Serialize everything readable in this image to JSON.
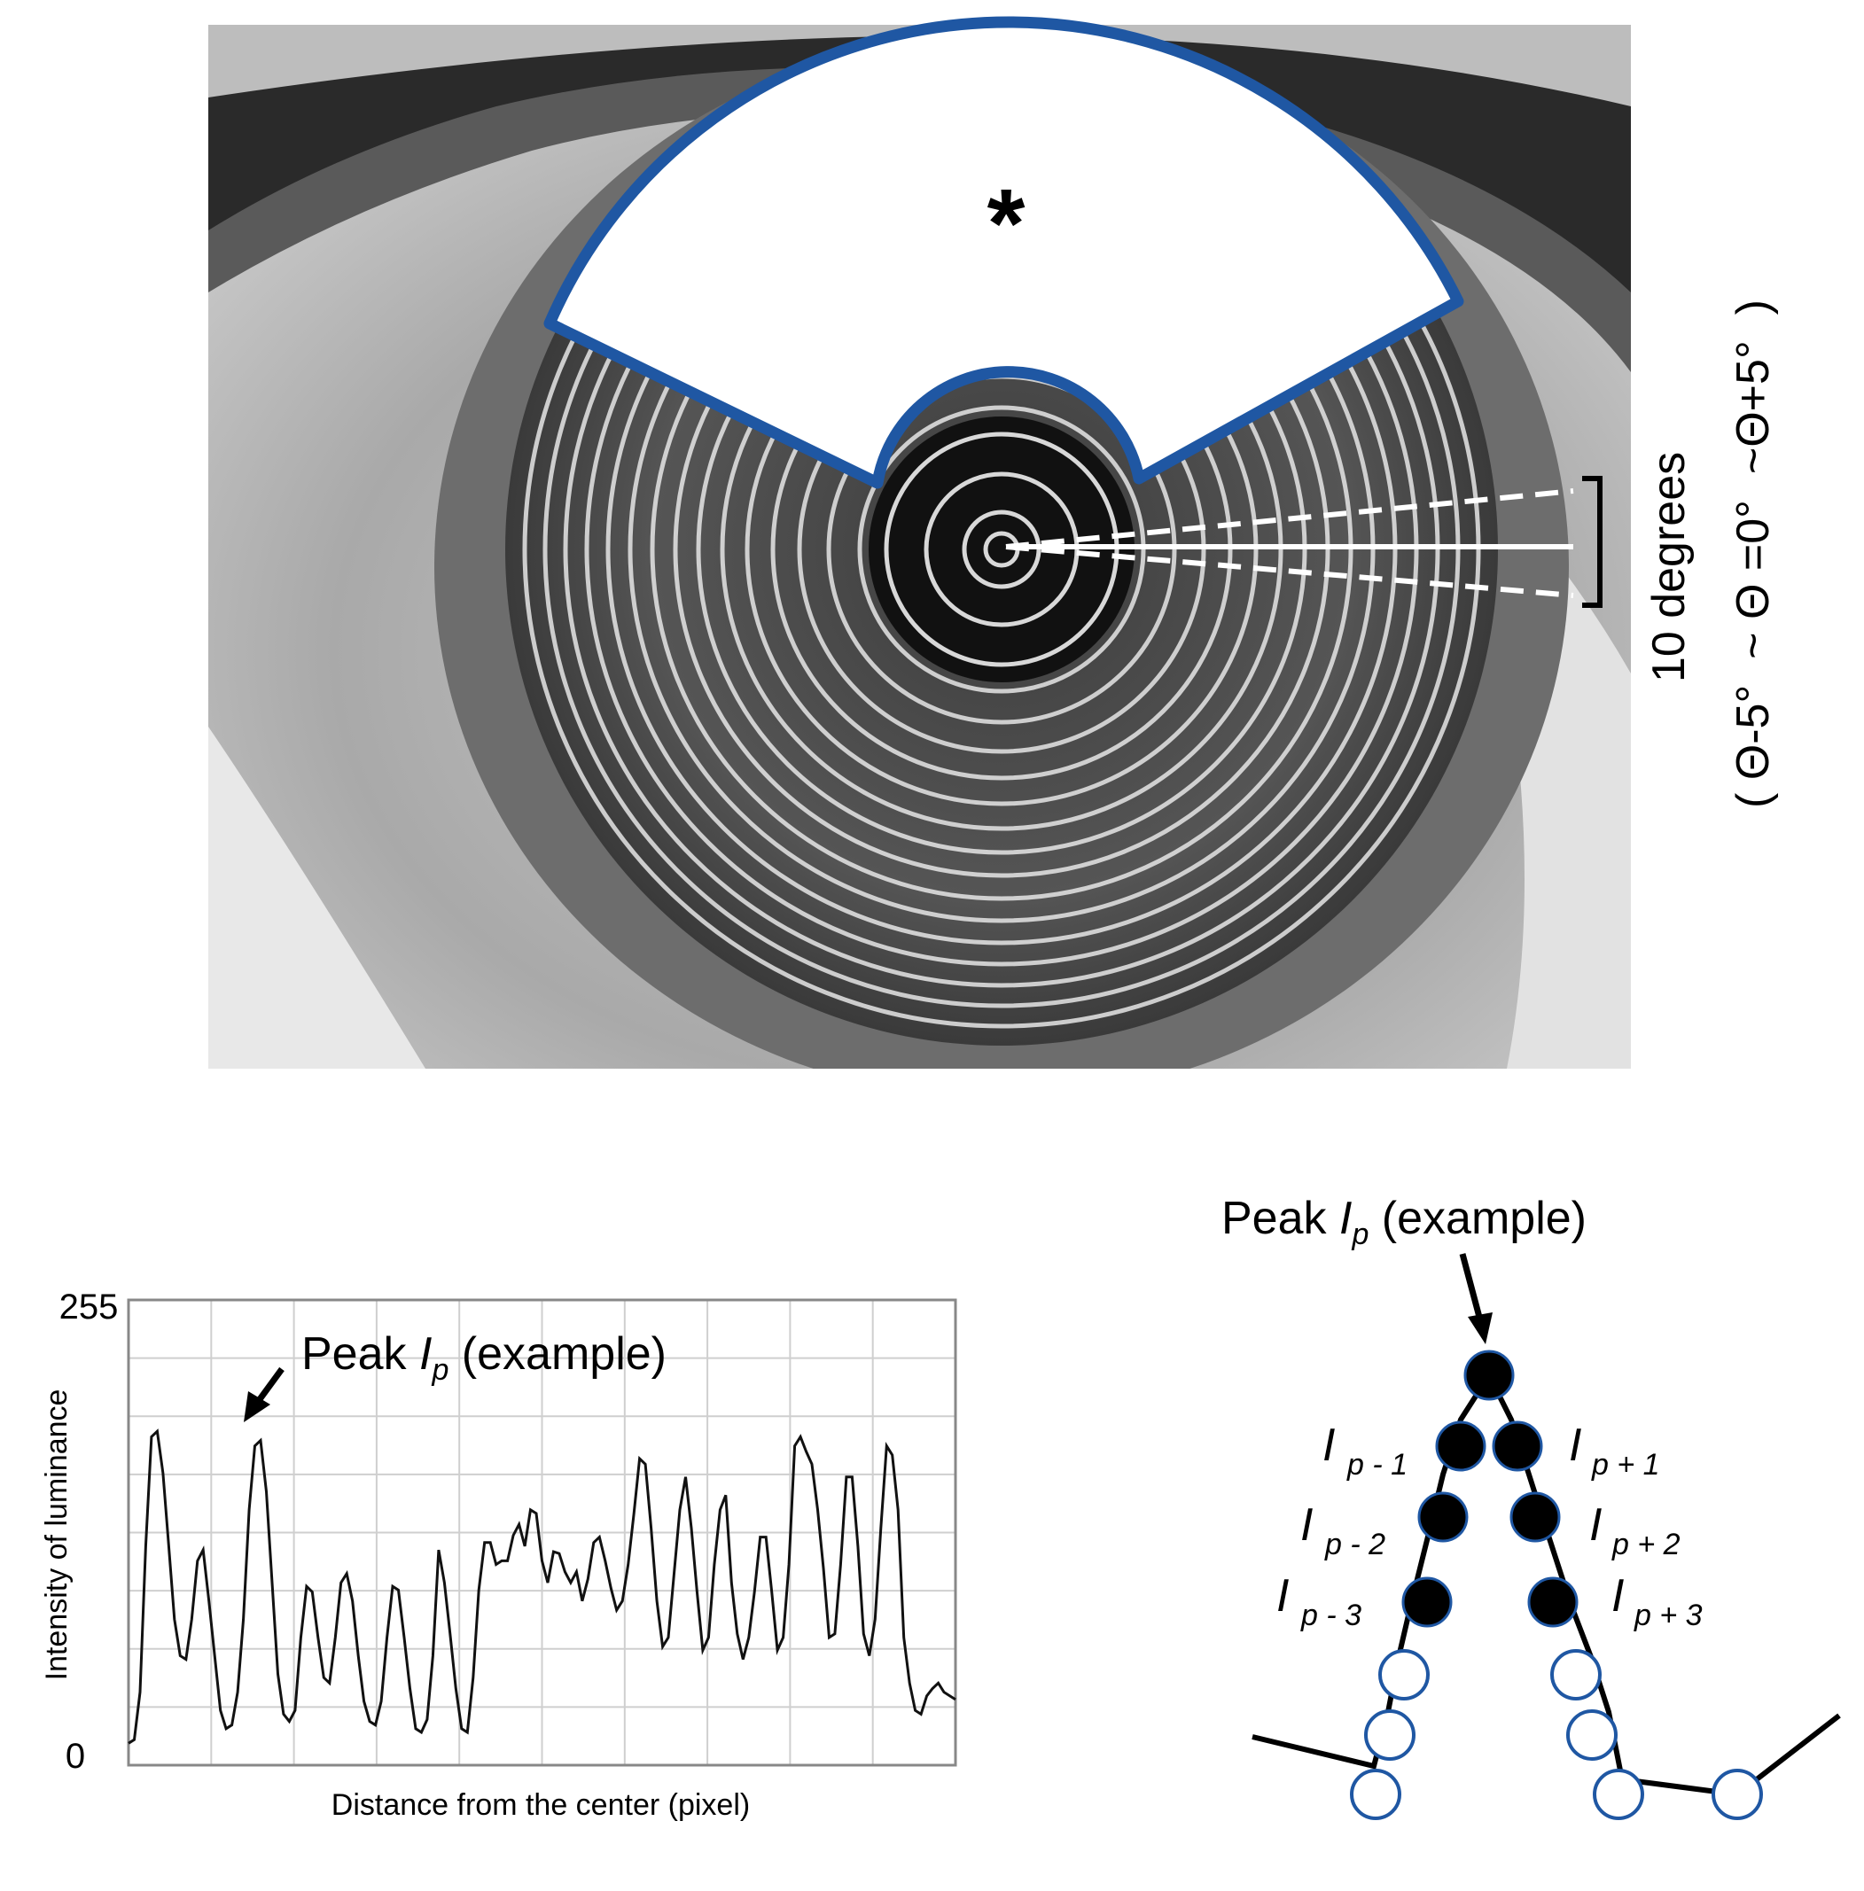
{
  "figure": {
    "asterisk": "*",
    "angle_label": "10 degrees",
    "angle_range": "( Θ-5°  ~ Θ =0°  ~Θ+5°  )"
  },
  "profile_chart": {
    "ylabel": "Intensity of luminance",
    "xlabel": "Distance from the center (pixel)",
    "y_max_label": "255",
    "y_min_label": "0",
    "annotation": {
      "prefix": "Peak ",
      "symbol": "I",
      "subscript": "p",
      "suffix": " (example)"
    }
  },
  "peak_diagram": {
    "title": {
      "prefix": "Peak ",
      "symbol": "I",
      "subscript": "p",
      "suffix": " (example)"
    },
    "labels": [
      {
        "symbol": "I",
        "subscript": "p - 1"
      },
      {
        "symbol": "I",
        "subscript": "p - 2"
      },
      {
        "symbol": "I",
        "subscript": "p - 3"
      },
      {
        "symbol": "I",
        "subscript": "p + 1"
      },
      {
        "symbol": "I",
        "subscript": "p + 2"
      },
      {
        "symbol": "I",
        "subscript": "p + 3"
      }
    ]
  },
  "chart_data": {
    "type": "line",
    "title": "",
    "xlabel": "Distance from the center (pixel)",
    "ylabel": "Intensity of luminance",
    "ylim": [
      0,
      255
    ],
    "grid": true,
    "legend": "none",
    "series": [
      {
        "values": [
          12,
          14,
          40,
          120,
          180,
          183,
          160,
          120,
          80,
          60,
          58,
          80,
          112,
          118,
          90,
          60,
          30,
          20,
          22,
          40,
          80,
          140,
          175,
          178,
          150,
          100,
          50,
          28,
          24,
          30,
          70,
          98,
          95,
          70,
          48,
          45,
          70,
          100,
          105,
          90,
          60,
          35,
          24,
          22,
          35,
          70,
          98,
          96,
          70,
          42,
          20,
          18,
          25,
          60,
          118,
          100,
          72,
          42,
          20,
          18,
          48,
          96,
          122,
          122,
          110,
          112,
          112,
          126,
          132,
          120,
          140,
          138,
          112,
          100,
          117,
          116,
          106,
          100,
          106,
          90,
          102,
          122,
          125,
          112,
          97,
          85,
          90,
          110,
          138,
          168,
          165,
          130,
          90,
          65,
          70,
          105,
          140,
          158,
          130,
          95,
          63,
          70,
          110,
          140,
          148,
          100,
          72,
          58,
          70,
          95,
          125,
          125,
          95,
          63,
          70,
          110,
          175,
          180,
          172,
          165,
          140,
          108,
          70,
          72,
          110,
          158,
          158,
          120,
          72,
          60,
          80,
          130,
          175,
          170,
          140,
          70,
          45,
          30,
          28,
          38,
          42,
          45,
          40,
          38,
          36
        ]
      }
    ],
    "peak_dots": [
      {
        "index": 0,
        "filled": true
      },
      {
        "index": -1,
        "filled": true
      },
      {
        "index": -2,
        "filled": true
      },
      {
        "index": -3,
        "filled": true
      },
      {
        "index": 1,
        "filled": true
      },
      {
        "index": 2,
        "filled": true
      },
      {
        "index": 3,
        "filled": true
      },
      {
        "index": -4,
        "filled": false
      },
      {
        "index": -5,
        "filled": false
      },
      {
        "index": -6,
        "filled": false
      },
      {
        "index": 4,
        "filled": false
      },
      {
        "index": 5,
        "filled": false
      },
      {
        "index": 6,
        "filled": false
      }
    ]
  }
}
